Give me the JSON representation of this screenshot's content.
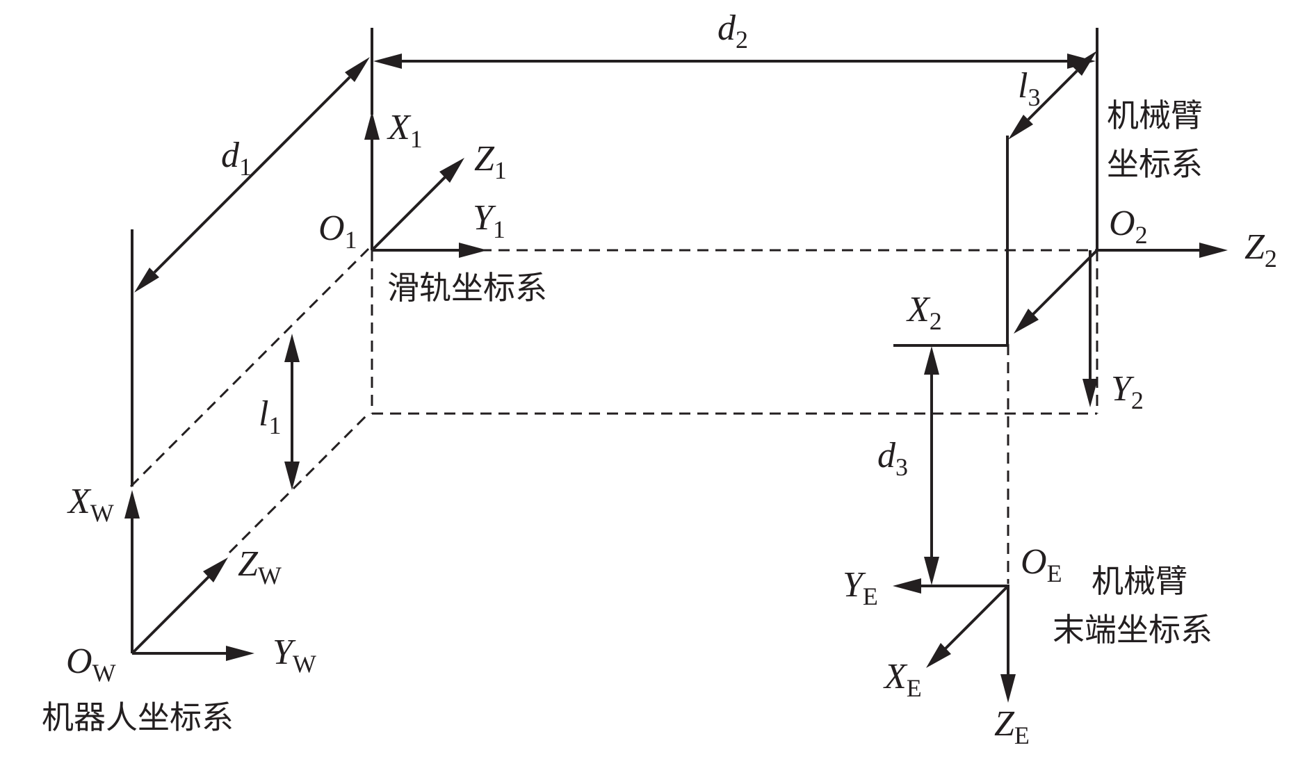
{
  "frames": {
    "world": {
      "origin": {
        "main": "O",
        "sub": "W"
      },
      "x": {
        "main": "X",
        "sub": "W"
      },
      "y": {
        "main": "Y",
        "sub": "W"
      },
      "z": {
        "main": "Z",
        "sub": "W"
      },
      "caption": "机器人坐标系"
    },
    "rail": {
      "origin": {
        "main": "O",
        "sub": "1"
      },
      "x": {
        "main": "X",
        "sub": "1"
      },
      "y": {
        "main": "Y",
        "sub": "1"
      },
      "z": {
        "main": "Z",
        "sub": "1"
      },
      "caption": "滑轨坐标系"
    },
    "arm": {
      "origin": {
        "main": "O",
        "sub": "2"
      },
      "x": {
        "main": "X",
        "sub": "2"
      },
      "y": {
        "main": "Y",
        "sub": "2"
      },
      "z": {
        "main": "Z",
        "sub": "2"
      },
      "caption_line1": "机械臂",
      "caption_line2": "坐标系"
    },
    "end": {
      "origin": {
        "main": "O",
        "sub": "E"
      },
      "x": {
        "main": "X",
        "sub": "E"
      },
      "y": {
        "main": "Y",
        "sub": "E"
      },
      "z": {
        "main": "Z",
        "sub": "E"
      },
      "caption_line1": "机械臂",
      "caption_line2": "末端坐标系"
    }
  },
  "dimensions": {
    "d1": {
      "main": "d",
      "sub": "1"
    },
    "d2": {
      "main": "d",
      "sub": "2"
    },
    "d3": {
      "main": "d",
      "sub": "3"
    },
    "l1": {
      "main": "l",
      "sub": "1"
    },
    "l3": {
      "main": "l",
      "sub": "3"
    }
  },
  "colors": {
    "ink": "#231f20",
    "background": "#ffffff"
  }
}
